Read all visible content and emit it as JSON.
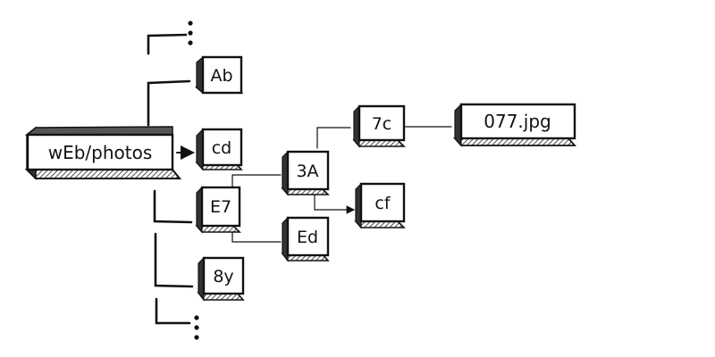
{
  "nodes": {
    "root": "wEb/photos",
    "ab": "Ab",
    "cd": "cd",
    "e7": "E7",
    "8y": "8y",
    "3a": "3A",
    "ed": "Ed",
    "7c": "7c",
    "cf": "cf",
    "file": "077.jpg"
  }
}
